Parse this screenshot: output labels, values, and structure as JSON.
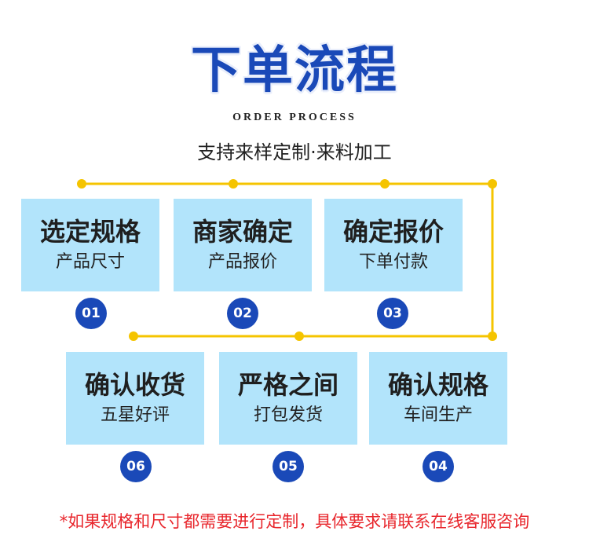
{
  "header": {
    "title": "下单流程",
    "subtitle_en": "ORDER PROCESS",
    "tagline": "支持来样定制·来料加工"
  },
  "steps": [
    {
      "title": "选定规格",
      "sub": "产品尺寸",
      "num": "01"
    },
    {
      "title": "商家确定",
      "sub": "产品报价",
      "num": "02"
    },
    {
      "title": "确定报价",
      "sub": "下单付款",
      "num": "03"
    },
    {
      "title": "确认规格",
      "sub": "车间生产",
      "num": "04"
    },
    {
      "title": "严格之间",
      "sub": "打包发货",
      "num": "05"
    },
    {
      "title": "确认收货",
      "sub": "五星好评",
      "num": "06"
    }
  ],
  "footer": {
    "note": "*如果规格和尺寸都需要进行定制，具体要求请联系在线客服咨询"
  },
  "colors": {
    "title_blue": "#1a49b8",
    "card_bg": "#b2e4fb",
    "connector_yellow": "#f5c400",
    "note_red": "#e8262c"
  }
}
